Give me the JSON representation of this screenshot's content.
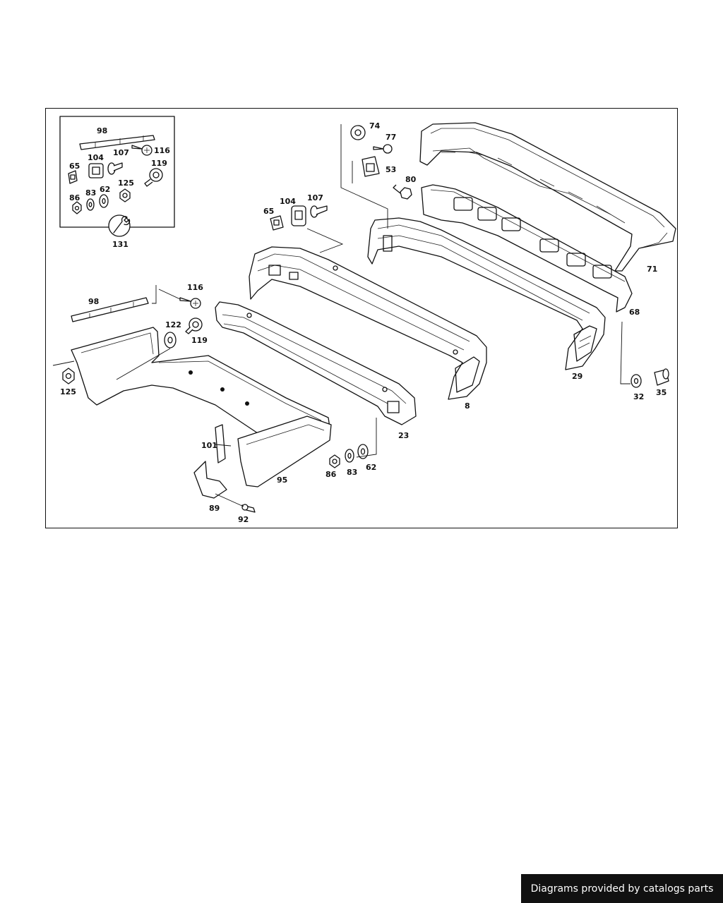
{
  "labels": {
    "l98a": "98",
    "l104a": "104",
    "l107a": "107",
    "l116a": "116",
    "l65a": "65",
    "l119a": "119",
    "l125a": "125",
    "l86a": "86",
    "l83a": "83",
    "l62a": "62",
    "l131": "131",
    "l74": "74",
    "l77": "77",
    "l53": "53",
    "l80": "80",
    "l65b": "65",
    "l104b": "104",
    "l107b": "107",
    "l71": "71",
    "l68": "68",
    "l116b": "116",
    "l98b": "98",
    "l122": "122",
    "l119b": "119",
    "l125b": "125",
    "l8": "8",
    "l29": "29",
    "l32": "32",
    "l35": "35",
    "l23": "23",
    "l101": "101",
    "l95": "95",
    "l86b": "86",
    "l83b": "83",
    "l62b": "62",
    "l89": "89",
    "l92": "92"
  },
  "credit": "Diagrams provided by catalogs parts"
}
